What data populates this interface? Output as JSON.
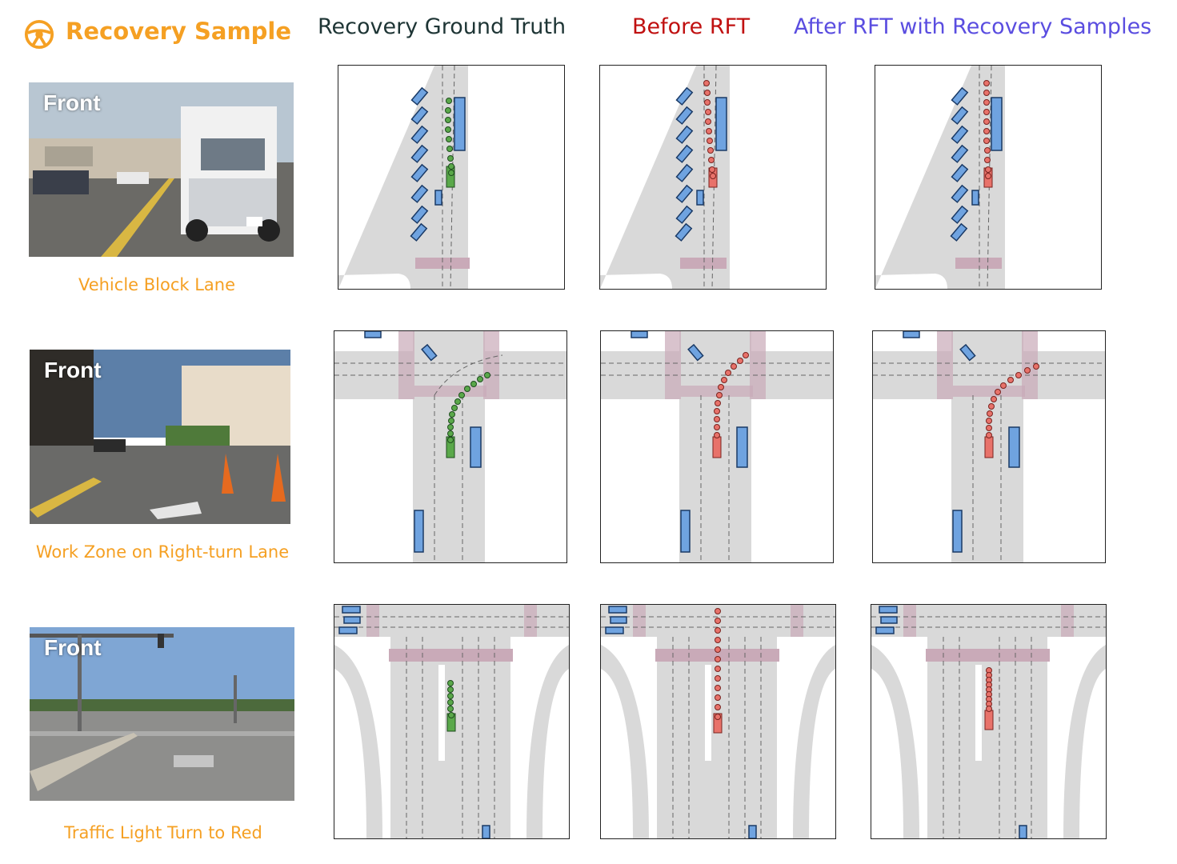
{
  "header": {
    "title": "Recovery Sample",
    "col_ground_truth": "Recovery Ground Truth",
    "col_before": "Before RFT",
    "col_after": "After RFT with Recovery Samples"
  },
  "colors": {
    "accent_orange": "#f5a023",
    "ground_truth_green": "#5aa84a",
    "before_red": "#e8726a",
    "after_purple": "#5a4de0",
    "vehicle_blue": "#6fa3e0",
    "road_gray": "#d9d9d9",
    "crosswalk_mauve": "#c9aab8"
  },
  "rows": [
    {
      "camera_label": "Front",
      "caption": "Vehicle Block Lane",
      "ground_truth_icon": "green-trajectory",
      "before_icon": "red-trajectory",
      "after_icon": "red-trajectory"
    },
    {
      "camera_label": "Front",
      "caption": "Work Zone on Right-turn Lane",
      "ground_truth_icon": "green-trajectory",
      "before_icon": "red-trajectory",
      "after_icon": "red-trajectory"
    },
    {
      "camera_label": "Front",
      "caption": "Traffic Light Turn to Red",
      "ground_truth_icon": "green-trajectory",
      "before_icon": "red-trajectory",
      "after_icon": "red-trajectory"
    }
  ]
}
